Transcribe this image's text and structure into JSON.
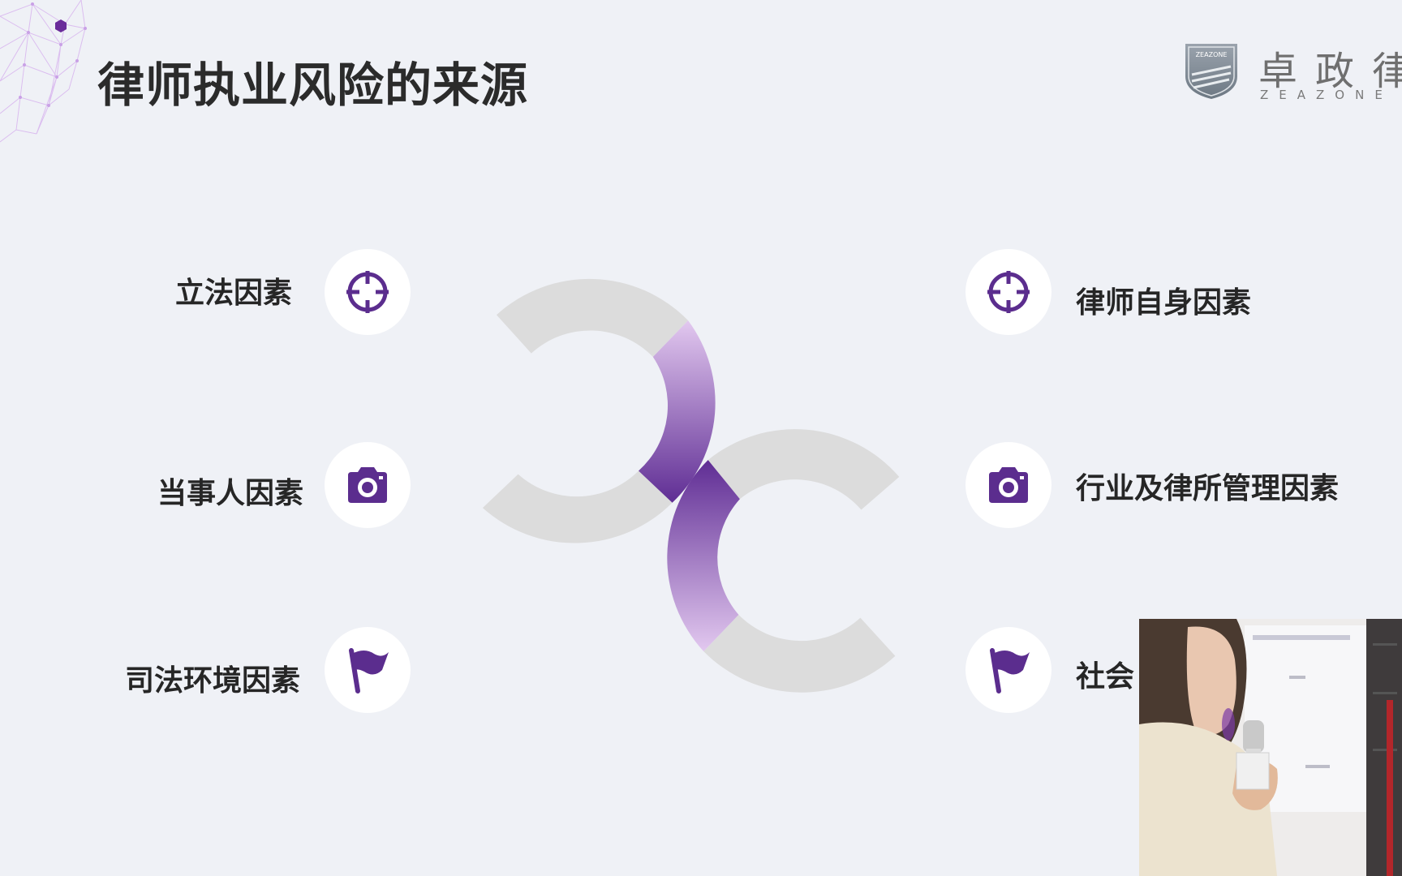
{
  "slide": {
    "title": "律师执业风险的来源",
    "accent_color": "#5b2d8e",
    "left_items": [
      {
        "label": "立法因素",
        "icon": "target-icon"
      },
      {
        "label": "当事人因素",
        "icon": "camera-icon"
      },
      {
        "label": "司法环境因素",
        "icon": "flag-icon"
      }
    ],
    "right_items": [
      {
        "label": "律师自身因素",
        "icon": "target-icon"
      },
      {
        "label": "行业及律所管理因素",
        "icon": "camera-icon"
      },
      {
        "label": "社会",
        "icon": "flag-icon"
      }
    ]
  },
  "logo": {
    "badge_text": "ZEAZONE",
    "name_cn": "卓政律",
    "name_en": "ZEAZONE LAW"
  }
}
